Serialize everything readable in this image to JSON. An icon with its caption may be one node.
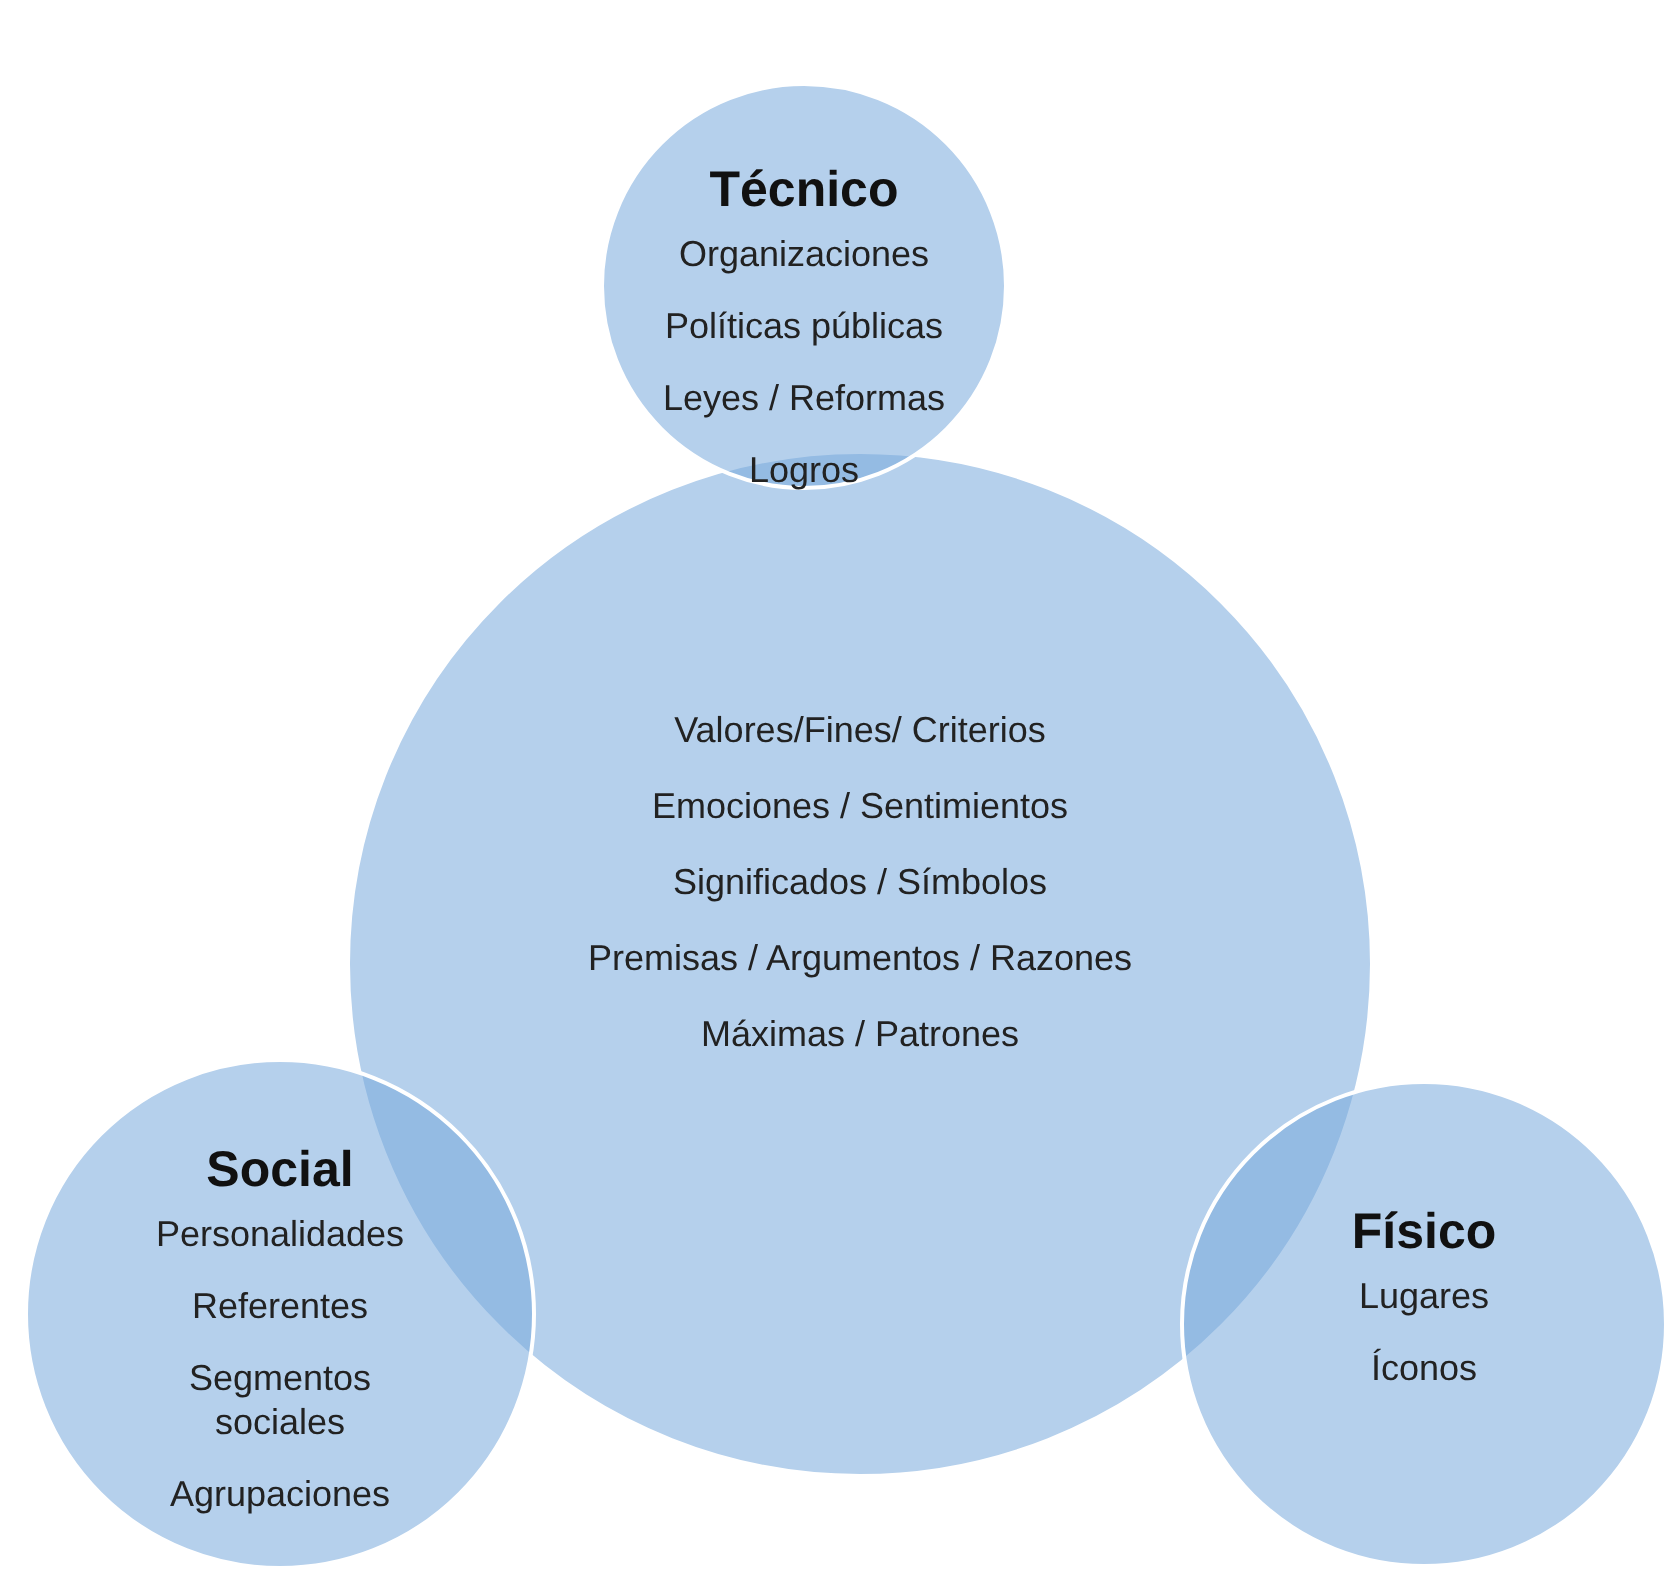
{
  "diagram": {
    "nodes": [
      {
        "text": [
          "Técnico",
          "Organizaciones",
          "Políticas públicas",
          "Leyes / Reformas",
          "Logros"
        ]
      },
      {
        "text": [
          "Valores/Fines/ Criterios",
          "Emociones / Sentimientos",
          "Significados / Símbolos",
          "Premisas / Argumentos / Razones",
          "Máximas / Patrones"
        ]
      },
      {
        "text": [
          "Social",
          "Personalidades",
          "Referentes",
          "Segmentos sociales",
          "Agrupaciones"
        ]
      },
      {
        "text": [
          "Físico",
          "Lugares",
          "Íconos"
        ]
      }
    ],
    "edges": []
  }
}
